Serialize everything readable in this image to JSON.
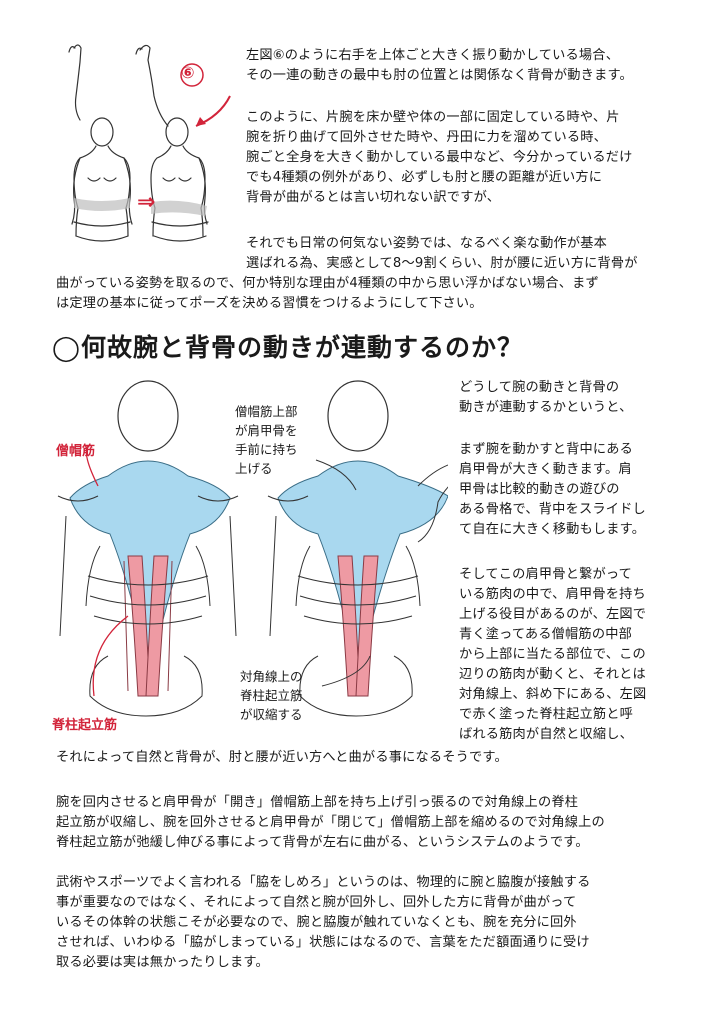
{
  "top": {
    "para1": "左図⑥のように右手を上体ごと大きく振り動かしている場合、\nその一連の動きの最中も肘の位置とは関係なく背骨が動きます。",
    "para2": "このように、片腕を床か壁や体の一部に固定している時や、片\n腕を折り曲げて回外させた時や、丹田に力を溜めている時、\n腕ごと全身を大きく動かしている最中など、今分かっているだけ\nでも4種類の例外があり、必ずしも肘と腰の距離が近い方に\n背骨が曲がるとは言い切れない訳ですが、",
    "para3a": "それでも日常の何気ない姿勢では、なるべく楽な動作が基本\n選ばれる為、実感として8〜9割くらい、肘が腰に近い方に背骨が",
    "para3b": "曲がっている姿勢を取るので、何か特別な理由が4種類の中から思い浮かばない場合、まず\nは定理の基本に従ってポーズを決める習慣をつけるようにして下さい。",
    "figure_label": "⑥",
    "arrow": "⇒"
  },
  "heading": "◯何故腕と背骨の動きが連動するのか？",
  "figure2": {
    "label_trapezius": "僧帽筋",
    "label_erector": "脊柱起立筋",
    "label_upper_trap": "僧帽筋上部\nが肩甲骨を\n手前に持ち\n上げる",
    "label_diagonal": "対角線上の\n脊柱起立筋\nが収縮する"
  },
  "right_text": {
    "para1": "どうして腕の動きと背骨の\n動きが連動するかというと、",
    "para2": "まず腕を動かすと背中にある\n肩甲骨が大きく動きます。肩\n甲骨は比較的動きの遊びの\nある骨格で、背中をスライドし\nて自在に大きく移動もします。",
    "para3": "そしてこの肩甲骨と繋がって\nいる筋肉の中で、肩甲骨を持ち\n上げる役目があるのが、左図で\n青く塗ってある僧帽筋の中部\nから上部に当たる部位で、この\n辺りの筋肉が動くと、それとは\n対角線上、斜め下にある、左図\nで赤く塗った脊柱起立筋と呼\nばれる筋肉が自然と収縮し、"
  },
  "bottom": {
    "para1": "それによって自然と背骨が、肘と腰が近い方へと曲がる事になるそうです。",
    "para2": "腕を回内させると肩甲骨が「開き」僧帽筋上部を持ち上げ引っ張るので対角線上の脊柱\n起立筋が収縮し、腕を回外させると肩甲骨が「閉じて」僧帽筋上部を縮めるので対角線上の\n脊柱起立筋が弛緩し伸びる事によって背骨が左右に曲がる、というシステムのようです。",
    "para3": "武術やスポーツでよく言われる「脇をしめろ」というのは、物理的に腕と脇腹が接触する\n事が重要なのではなく、それによって自然と腕が回外し、回外した方に背骨が曲がって\nいるその体幹の状態こそが必要なので、腕と脇腹が触れていなくとも、腕を充分に回外\nさせれば、いわゆる「脇がしまっている」状態にはなるので、言葉をただ額面通りに受け\n取る必要は実は無かったりします。"
  },
  "colors": {
    "trapezius": "#a9d8ef",
    "erector": "#ee9aa3",
    "accent_red": "#d2243a"
  }
}
